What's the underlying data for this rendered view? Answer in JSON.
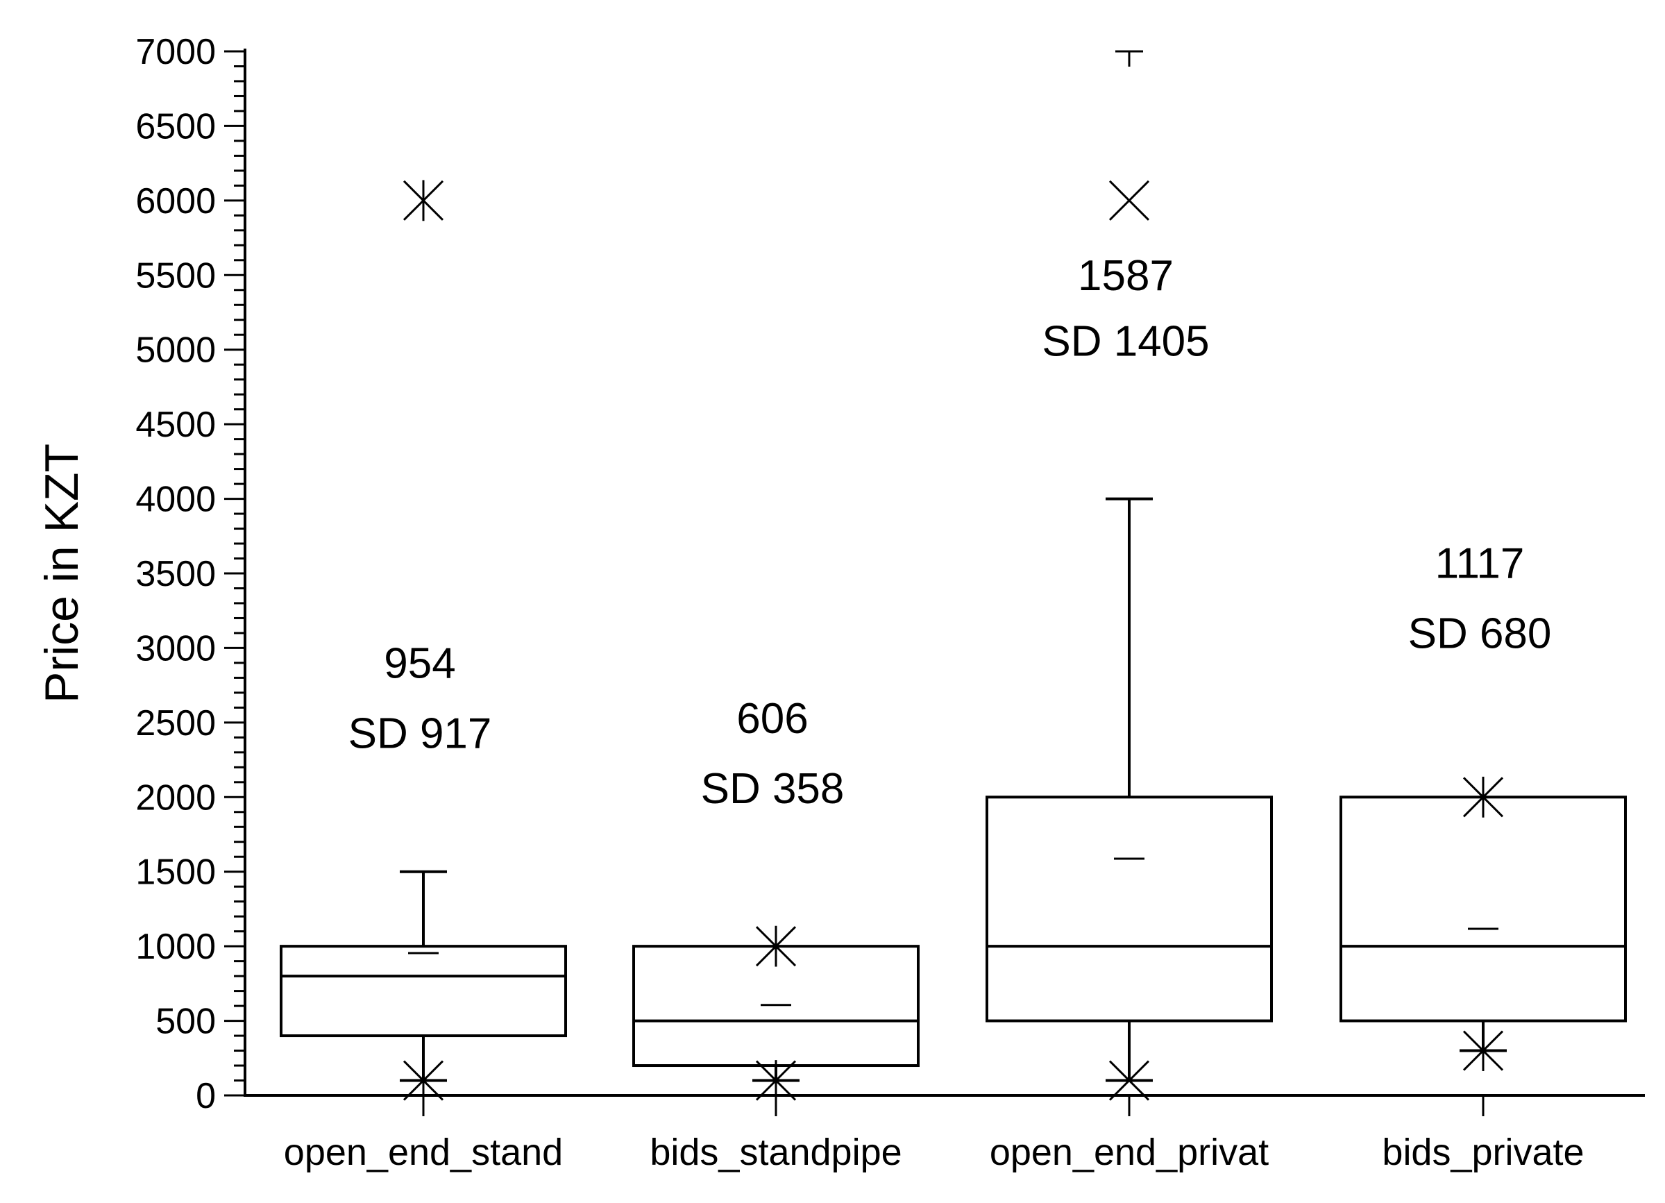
{
  "chart_data": {
    "type": "box",
    "ylabel": "Price in KZT",
    "ylim": [
      0,
      7000
    ],
    "yticks": [
      0,
      500,
      1000,
      1500,
      2000,
      2500,
      3000,
      3500,
      4000,
      4500,
      5000,
      5500,
      6000,
      6500,
      7000
    ],
    "yticks_text": [
      "0",
      "500",
      "1000",
      "1500",
      "2000",
      "2500",
      "3000",
      "3500",
      "4000",
      "4500",
      "5000",
      "5500",
      "6000",
      "6500",
      "7000"
    ],
    "categories": [
      "open_end_stand",
      "bids_standpipe",
      "open_end_privat",
      "bids_private"
    ],
    "boxes": [
      {
        "q1": 400,
        "median": 800,
        "q3": 1000,
        "whisker_low": 100,
        "whisker_high": 1500,
        "mean": 954,
        "mean_text": "954",
        "sd_text": "SD 917",
        "stars": [
          6000,
          100
        ],
        "crosses": []
      },
      {
        "q1": 200,
        "median": 500,
        "q3": 1000,
        "whisker_low": 100,
        "whisker_high": 1000,
        "mean": 606,
        "mean_text": "606",
        "sd_text": "SD 358",
        "stars": [
          1000,
          100
        ],
        "crosses": []
      },
      {
        "q1": 500,
        "median": 1000,
        "q3": 2000,
        "whisker_low": 100,
        "whisker_high": 4000,
        "mean": 1587,
        "mean_text": "1587",
        "sd_text": "SD 1405",
        "stars": [],
        "crosses": [
          6000,
          100
        ],
        "max_dash": 7000
      },
      {
        "q1": 500,
        "median": 1000,
        "q3": 2000,
        "whisker_low": 300,
        "whisker_high": 2000,
        "mean": 1117,
        "mean_text": "1117",
        "sd_text": "SD 680",
        "stars": [
          2000,
          300
        ],
        "crosses": []
      }
    ],
    "annotation_y": [
      [
        2800,
        2330
      ],
      [
        2430,
        1960
      ],
      [
        5400,
        4960
      ],
      [
        3470,
        3000
      ]
    ],
    "grid": false,
    "legend": "none"
  }
}
